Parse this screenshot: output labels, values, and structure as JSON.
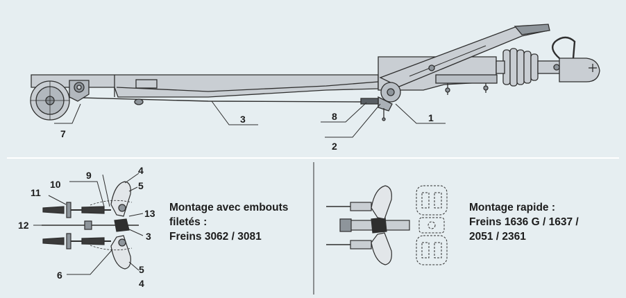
{
  "callouts": {
    "top": {
      "n1": "1",
      "n2": "2",
      "n3": "3",
      "n7": "7",
      "n8": "8"
    },
    "detail": {
      "n3": "3",
      "n4a": "4",
      "n4b": "4",
      "n5a": "5",
      "n5b": "5",
      "n6": "6",
      "n9": "9",
      "n10": "10",
      "n11": "11",
      "n12": "12",
      "n13": "13"
    }
  },
  "captions": {
    "threaded": {
      "line1": "Montage avec embouts",
      "line2": "filetés :",
      "line3": "Freins 3062 / 3081"
    },
    "quick": {
      "line1": "Montage rapide :",
      "line2": "Freins 1636 G / 1637 /",
      "line3": "2051 / 2361"
    }
  },
  "colors": {
    "background": "#e6eef1",
    "metal_fill": "#c9ced3",
    "metal_dark": "#8e959b",
    "outline": "#2e2e2e",
    "text": "#1c1c1c"
  }
}
